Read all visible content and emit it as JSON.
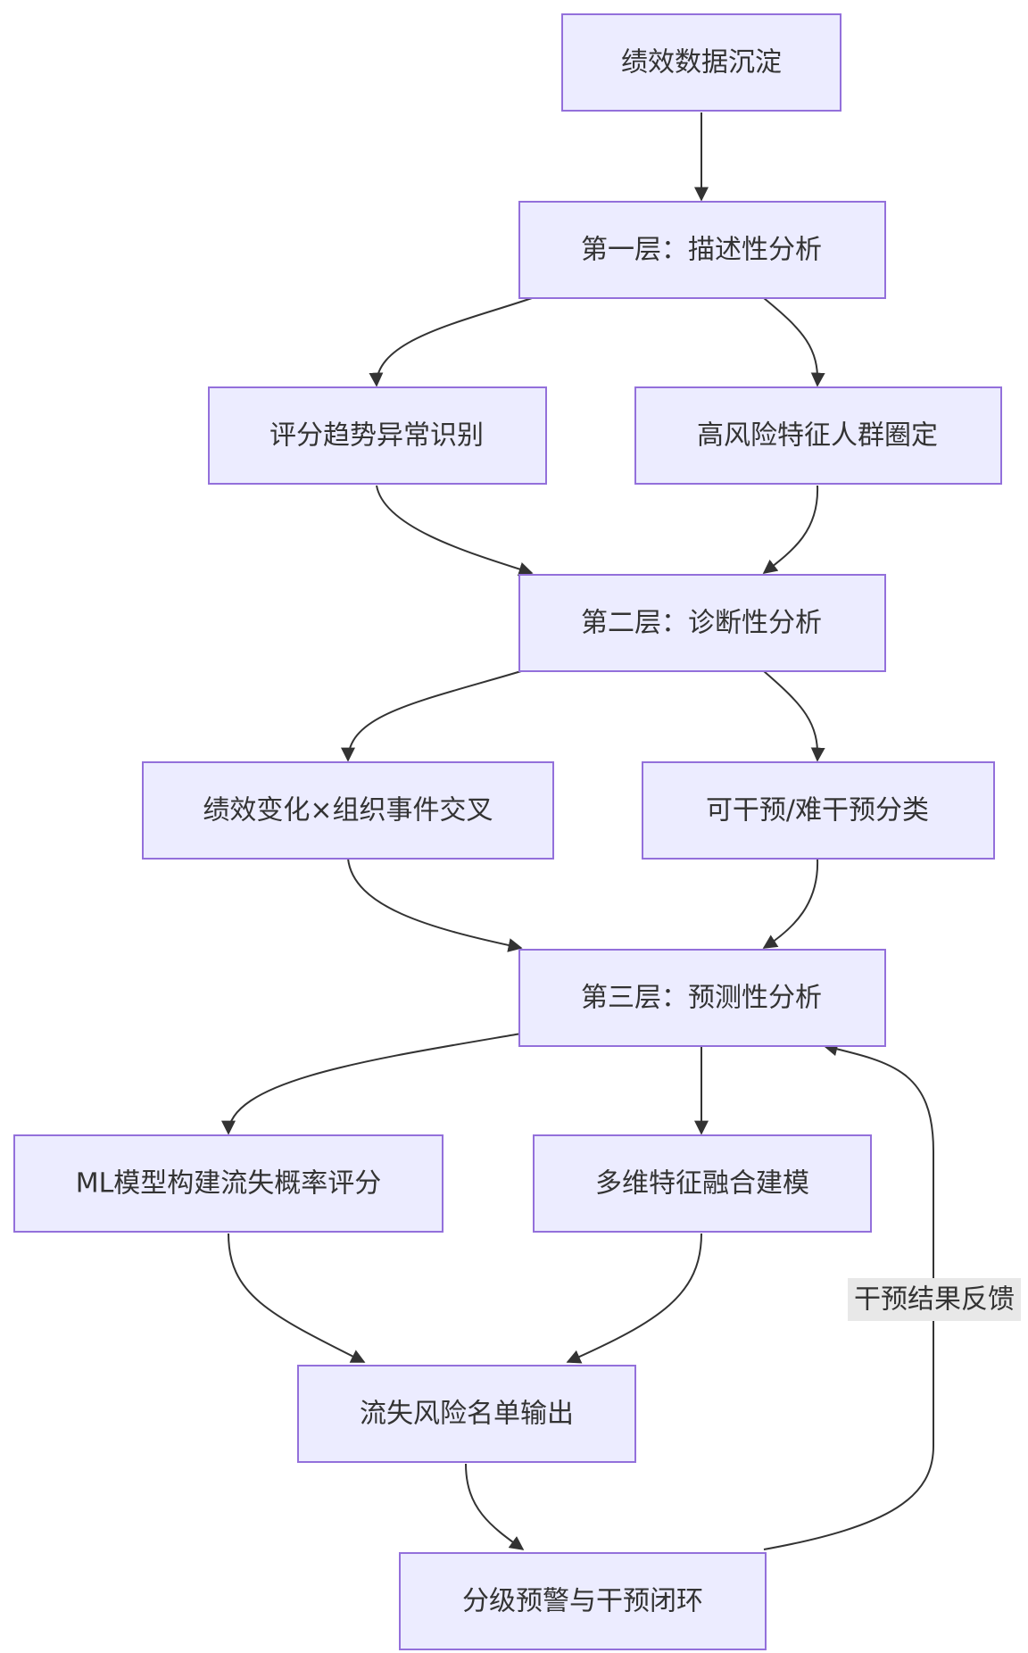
{
  "diagram": {
    "nodes": [
      {
        "id": "n1",
        "label": "绩效数据沉淀"
      },
      {
        "id": "n2",
        "label": "第一层：描述性分析"
      },
      {
        "id": "n3",
        "label": "评分趋势异常识别"
      },
      {
        "id": "n4",
        "label": "高风险特征人群圈定"
      },
      {
        "id": "n5",
        "label": "第二层：诊断性分析"
      },
      {
        "id": "n6",
        "label": "绩效变化×组织事件交叉"
      },
      {
        "id": "n7",
        "label": "可干预/难干预分类"
      },
      {
        "id": "n8",
        "label": "第三层：预测性分析"
      },
      {
        "id": "n9",
        "label": "ML模型构建流失概率评分"
      },
      {
        "id": "n10",
        "label": "多维特征融合建模"
      },
      {
        "id": "n11",
        "label": "流失风险名单输出"
      },
      {
        "id": "n12",
        "label": "分级预警与干预闭环"
      }
    ],
    "edges": [
      {
        "from": "n1",
        "to": "n2"
      },
      {
        "from": "n2",
        "to": "n3"
      },
      {
        "from": "n2",
        "to": "n4"
      },
      {
        "from": "n3",
        "to": "n5"
      },
      {
        "from": "n4",
        "to": "n5"
      },
      {
        "from": "n5",
        "to": "n6"
      },
      {
        "from": "n5",
        "to": "n7"
      },
      {
        "from": "n6",
        "to": "n8"
      },
      {
        "from": "n7",
        "to": "n8"
      },
      {
        "from": "n8",
        "to": "n9"
      },
      {
        "from": "n8",
        "to": "n10"
      },
      {
        "from": "n9",
        "to": "n11"
      },
      {
        "from": "n10",
        "to": "n11"
      },
      {
        "from": "n11",
        "to": "n12"
      },
      {
        "from": "n12",
        "to": "n8",
        "label": "干预结果反馈"
      }
    ]
  }
}
